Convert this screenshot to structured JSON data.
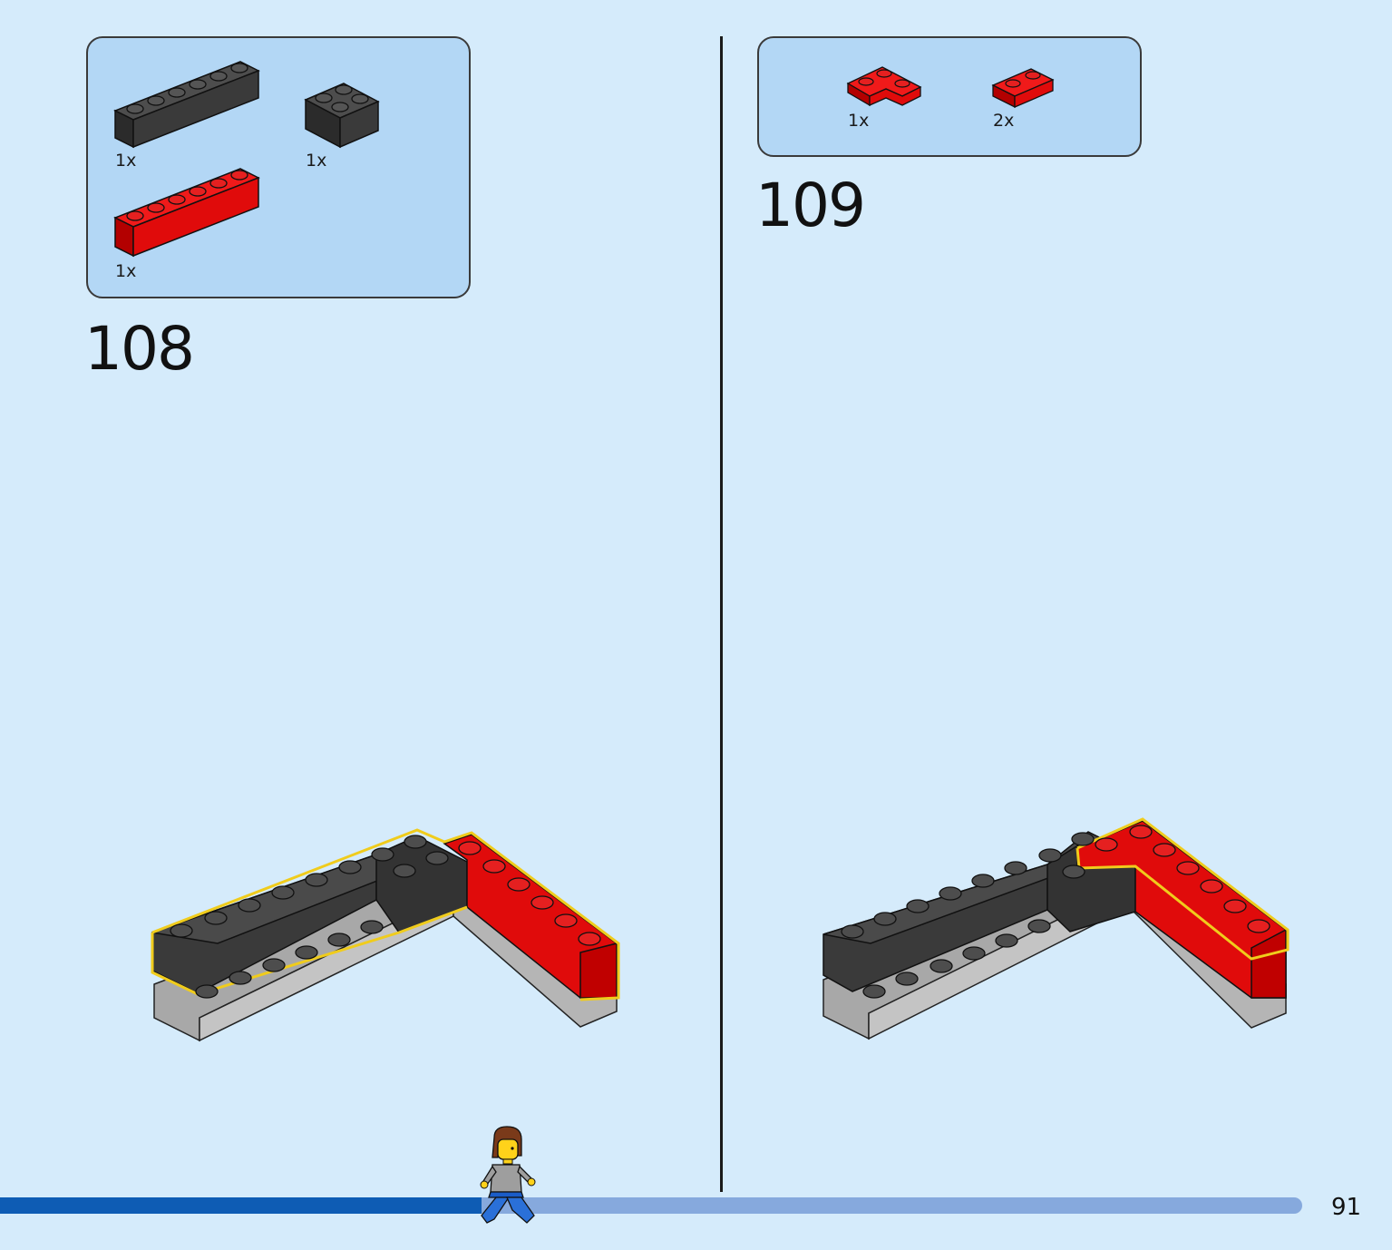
{
  "steps": [
    {
      "number": "108",
      "parts": [
        {
          "qty": "1x",
          "brick": "brick-1x6",
          "color": "#3a3a3a"
        },
        {
          "qty": "1x",
          "brick": "brick-2x2",
          "color": "#3a3a3a"
        },
        {
          "qty": "1x",
          "brick": "brick-1x6",
          "color": "#e00b0b"
        }
      ]
    },
    {
      "number": "109",
      "parts": [
        {
          "qty": "1x",
          "brick": "plate-corner-2x2",
          "color": "#e00b0b"
        },
        {
          "qty": "2x",
          "brick": "plate-1x2",
          "color": "#e00b0b"
        }
      ]
    }
  ],
  "colors": {
    "background": "#d5ebfb",
    "parts_box": "#b3d7f5",
    "brick_black": "#3a3a3a",
    "brick_red": "#e00b0b",
    "brick_gray": "#a8a8a8",
    "highlight": "#f0cc1c",
    "progress_fill": "#0e5cb4",
    "progress_track": "#86a9dd"
  },
  "progress": {
    "fraction": 0.37
  },
  "page_number": "91"
}
